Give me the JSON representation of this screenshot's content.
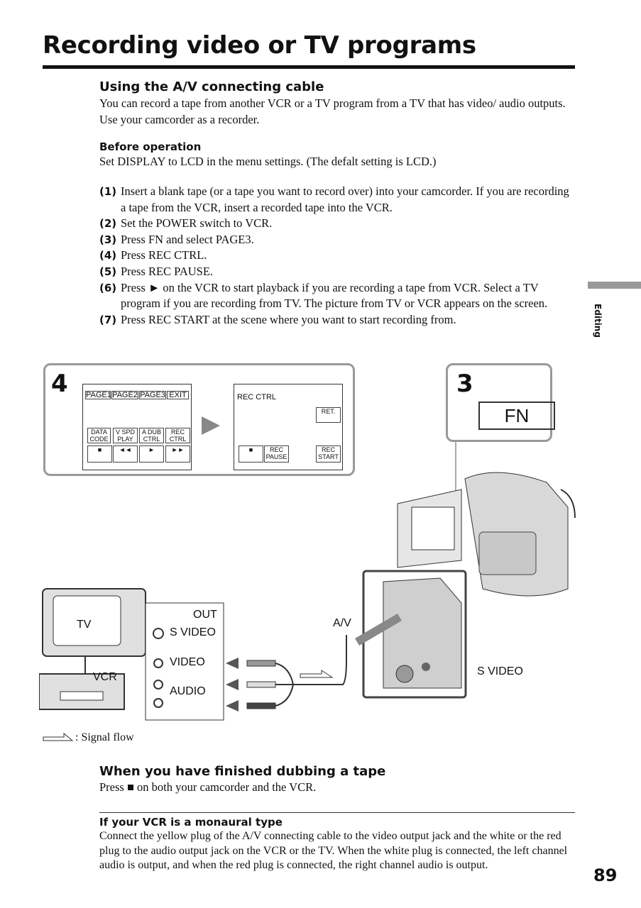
{
  "title": "Recording video or TV programs",
  "section1": {
    "heading": "Using the A/V connecting cable",
    "intro": "You can record a tape from another VCR or a TV program from a TV that has video/ audio outputs. Use your camcorder as a recorder.",
    "before_heading": "Before operation",
    "before_text": "Set DISPLAY to LCD in the menu settings. (The defalt setting is LCD.)"
  },
  "steps": [
    {
      "num": "(1)",
      "text": "Insert a blank tape (or a tape you want to record over) into your camcorder. If you are recording a tape from the VCR, insert a recorded tape into the VCR."
    },
    {
      "num": "(2)",
      "text": "Set the POWER switch to VCR."
    },
    {
      "num": "(3)",
      "text": "Press FN and select PAGE3."
    },
    {
      "num": "(4)",
      "text": "Press REC CTRL."
    },
    {
      "num": "(5)",
      "text": "Press REC PAUSE."
    },
    {
      "num": "(6)",
      "text": "Press ► on the VCR to start playback if you are recording a tape from VCR. Select a TV program if you are recording from TV. The picture from TV or VCR appears on the screen."
    },
    {
      "num": "(7)",
      "text": "Press REC START at the scene where you want to start recording from."
    }
  ],
  "side_tab": "Editing",
  "figure": {
    "panel4": {
      "num": "4",
      "tabs": [
        "PAGE1",
        "PAGE2",
        "PAGE3",
        "EXIT"
      ],
      "buttons": [
        "DATA CODE",
        "V SPD PLAY",
        "A DUB CTRL",
        "REC CTRL"
      ],
      "transport": [
        "■",
        "◄◄",
        "►",
        "►►"
      ],
      "screen2_title": "REC CTRL",
      "ret": "RET.",
      "screen2_buttons": [
        "■",
        "REC PAUSE",
        "REC START"
      ]
    },
    "panel3": {
      "num": "3",
      "fn": "FN"
    },
    "labels": {
      "tv": "TV",
      "vcr": "VCR",
      "out": "OUT",
      "svideo": "S VIDEO",
      "video": "VIDEO",
      "audio": "AUDIO",
      "av": "A/V",
      "svideo_cam": "S VIDEO"
    },
    "legend": ": Signal flow"
  },
  "section2": {
    "heading": "When you have finished dubbing a tape",
    "text": "Press ■ on both your camcorder and the VCR."
  },
  "note": {
    "heading": "If your VCR is a monaural type",
    "text": "Connect the yellow plug of the A/V connecting cable to the video output jack and the white or the red plug to the audio output jack on the VCR or the TV. When the white plug is connected, the left channel audio is output, and when the red plug is connected, the right channel audio is output."
  },
  "page_number": "89"
}
